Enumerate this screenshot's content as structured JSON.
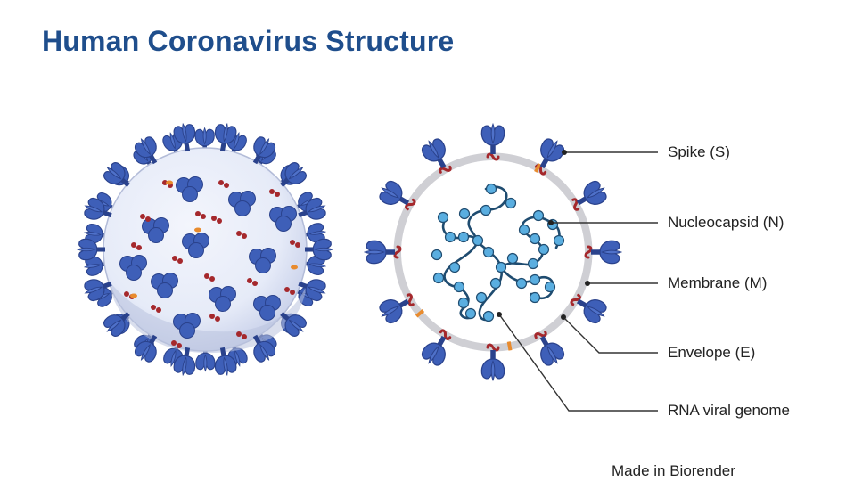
{
  "title": "Human Coronavirus Structure",
  "labels": [
    {
      "key": "spike",
      "text": "Spike (S)"
    },
    {
      "key": "nucleocapsid",
      "text": "Nucleocapsid (N)"
    },
    {
      "key": "membrane",
      "text": "Membrane (M)"
    },
    {
      "key": "envelope",
      "text": "Envelope (E)"
    },
    {
      "key": "rna",
      "text": "RNA viral genome"
    }
  ],
  "credit": "Made in Biorender",
  "colors": {
    "title": "#1f4e8c",
    "spike": "#3e5fb8",
    "spike_dark": "#2a428c",
    "membrane_protein": "#a5282c",
    "envelope_protein": "#e88b2e",
    "nucleocapsid": "#5aaee0",
    "rna": "#1f4c70",
    "virion_body": "#e9eefa",
    "cross_section_ring": "#cfcfd4",
    "leader_line": "#333333"
  }
}
